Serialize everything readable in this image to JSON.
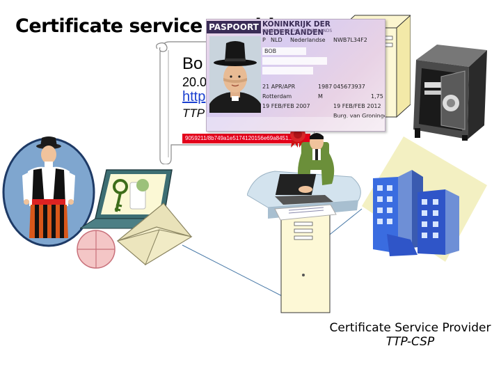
{
  "slide": {
    "title": "Certificate service provider"
  },
  "certificate": {
    "name": "Bo",
    "date": "20.0",
    "url": "http",
    "issuer": "TTP",
    "hash": "9059211/8b749a1e5174120156e69a8451..."
  },
  "passport": {
    "title": "PASPOORT",
    "country": "KONINKRIJK DER NEDERLANDEN",
    "subtitle": "KINGDOM OF THE NETHERLANDS",
    "type": "P",
    "code": "NLD",
    "nationality": "Nederlandse",
    "number": "NWB7L34F2",
    "surname": "BOB",
    "birth_date": "21 APR/APR",
    "birth_year": "1987",
    "personal_no": "045673937",
    "birthplace": "Rotterdam",
    "sex": "M",
    "height": "1,75",
    "issue_date": "19 FEB/FEB 2007",
    "expiry_date": "19 FEB/FEB 2012",
    "authority": "Burg. van Groningen"
  },
  "caption": {
    "line1": "Certificate Service Provider",
    "line2": "TTP-CSP"
  }
}
